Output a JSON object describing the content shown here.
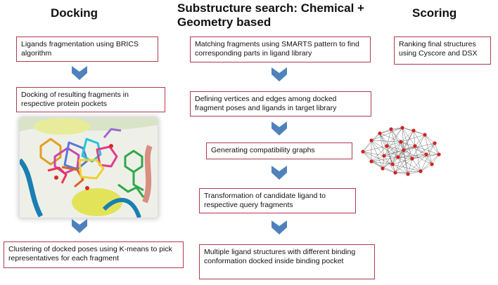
{
  "columns": {
    "docking": {
      "heading": "Docking",
      "boxes": [
        "Ligands fragmentation using BRICS algorithm",
        "Docking of resulting fragments in respective protein pockets",
        "Clustering of docked poses using K-means to pick representatives for each fragment"
      ]
    },
    "substructure": {
      "heading_line1": "Substructure search: Chemical +",
      "heading_line2": "Geometry based",
      "boxes": [
        "Matching fragments using SMARTS pattern to find corresponding parts in ligand library",
        "Defining vertices and edges among docked fragment poses and ligands in target library",
        "Generating compatibility graphs",
        "Transformation of candidate ligand to respective query fragments",
        "Multiple ligand structures with different binding conformation docked inside binding pocket"
      ]
    },
    "scoring": {
      "heading": "Scoring",
      "boxes": [
        "Ranking final structures using Cyscore and DSX"
      ]
    }
  },
  "colors": {
    "box_border": "#b03a4a",
    "arrow": "#4f81bd",
    "graph_node": "#d42020"
  },
  "icons": [
    "down-chevron-arrow",
    "molecular-docking-image",
    "compatibility-graph-image"
  ]
}
